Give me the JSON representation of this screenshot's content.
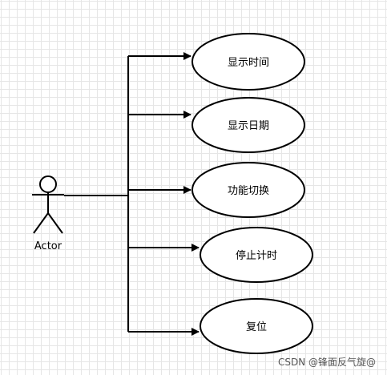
{
  "diagram": {
    "type": "use-case",
    "actor": {
      "label": "Actor"
    },
    "use_cases": [
      {
        "id": "uc1",
        "label": "显示时间"
      },
      {
        "id": "uc2",
        "label": "显示日期"
      },
      {
        "id": "uc3",
        "label": "功能切换"
      },
      {
        "id": "uc4",
        "label": "停止计时"
      },
      {
        "id": "uc5",
        "label": "复位"
      }
    ],
    "colors": {
      "stroke": "#000000",
      "fill": "#ffffff",
      "grid": "#e6e6e6"
    }
  },
  "watermark": "CSDN @锋面反气旋@"
}
